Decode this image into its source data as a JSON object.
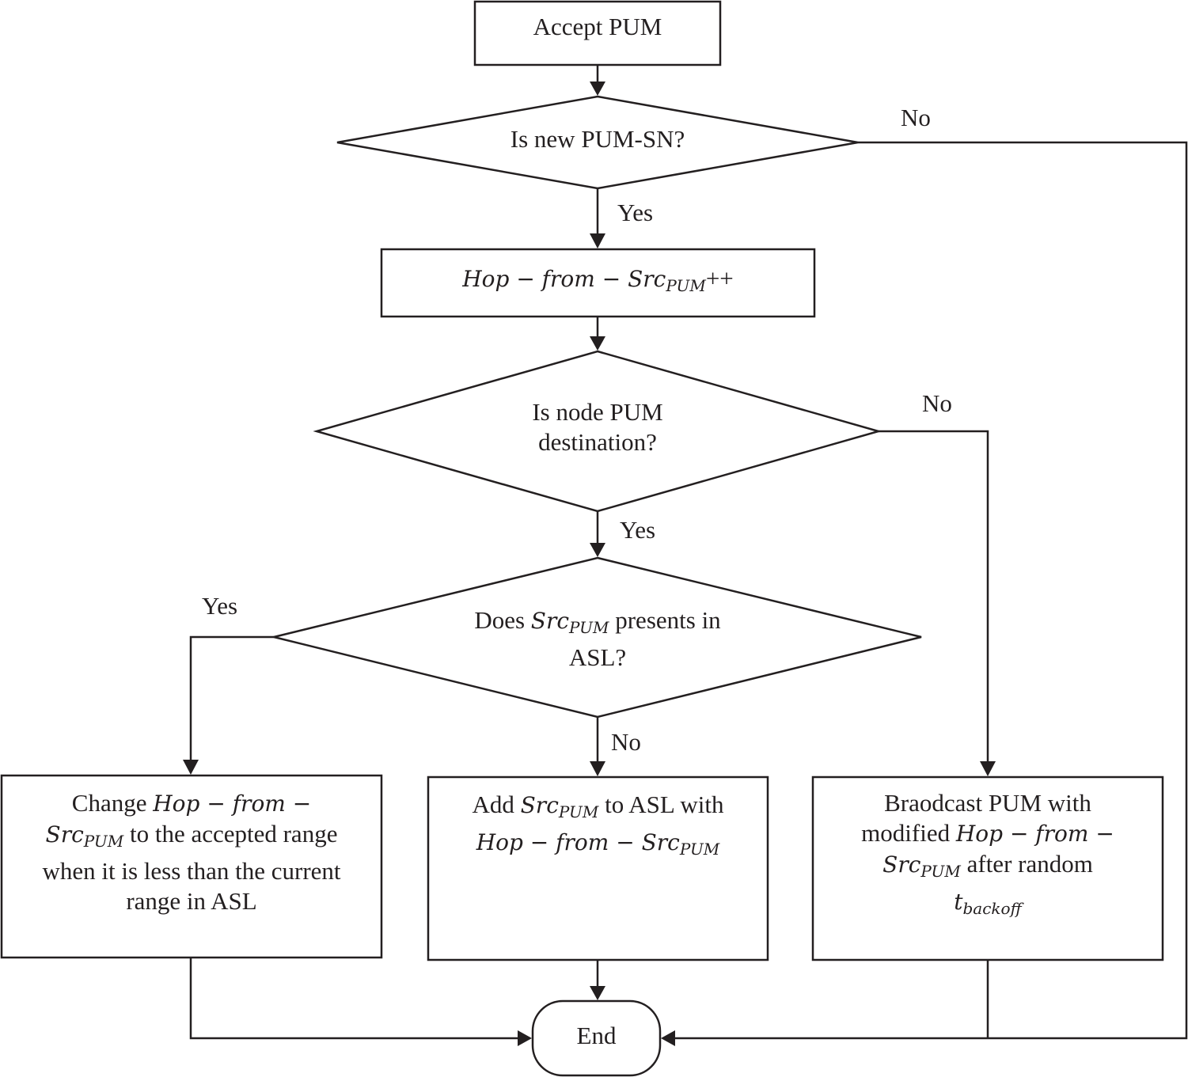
{
  "nodes": {
    "start": {
      "label": "Accept PUM"
    },
    "check_new": {
      "label": "Is new PUM-SN?"
    },
    "increment": {
      "math": "Hop − from − Src",
      "sub": "PUM",
      "suffix": "++"
    },
    "check_dest": {
      "line1": "Is node PUM",
      "line2": "destination?"
    },
    "check_asl": {
      "pre": "Does ",
      "math": "Src",
      "sub": "PUM",
      "post": " presents in",
      "line2": "ASL?"
    },
    "change": {
      "t1": "Change ",
      "m1": "Hop − from −",
      "m2": "Src",
      "s2": "PUM",
      "t2": " to the accepted range",
      "line3": "when it is less than the current",
      "line4": "range in ASL"
    },
    "add": {
      "t1": "Add ",
      "m1": "Src",
      "s1": "PUM",
      "t2": " to ASL with",
      "m2": "Hop − from − Src",
      "s2": "PUM"
    },
    "broadcast": {
      "line1": "Braodcast PUM with",
      "t2": "modified ",
      "m2": "Hop − from −",
      "m3": "Src",
      "s3": "PUM",
      "t3": " after random",
      "m4": "t",
      "s4": "backoff"
    },
    "end": {
      "label": "End"
    }
  },
  "edges": {
    "new_yes": "Yes",
    "new_no": "No",
    "dest_yes": "Yes",
    "dest_no": "No",
    "asl_yes": "Yes",
    "asl_no": "No"
  }
}
